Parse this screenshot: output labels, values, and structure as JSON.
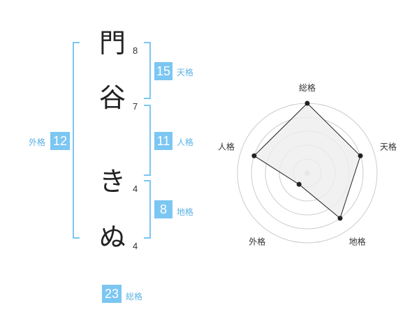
{
  "name": {
    "chars": [
      "門",
      "谷",
      "き",
      "ぬ"
    ],
    "strokes": [
      "8",
      "7",
      "4",
      "4"
    ]
  },
  "kaku": {
    "tenkaku": {
      "label": "天格",
      "value": "15"
    },
    "jinkaku": {
      "label": "人格",
      "value": "11"
    },
    "chikaku": {
      "label": "地格",
      "value": "8"
    },
    "gaikaku": {
      "label": "外格",
      "value": "12"
    },
    "soukaku": {
      "label": "総格",
      "value": "23"
    }
  },
  "chart_data": {
    "type": "radar",
    "axes": [
      "総格",
      "天格",
      "地格",
      "外格",
      "人格"
    ],
    "values": [
      5,
      4,
      4,
      1,
      4
    ],
    "rmax": 5,
    "rings": 5,
    "colors": {
      "fill": "#eeeeee",
      "line": "#222222",
      "ring": "#cccccc",
      "center": "#cccccc"
    }
  }
}
